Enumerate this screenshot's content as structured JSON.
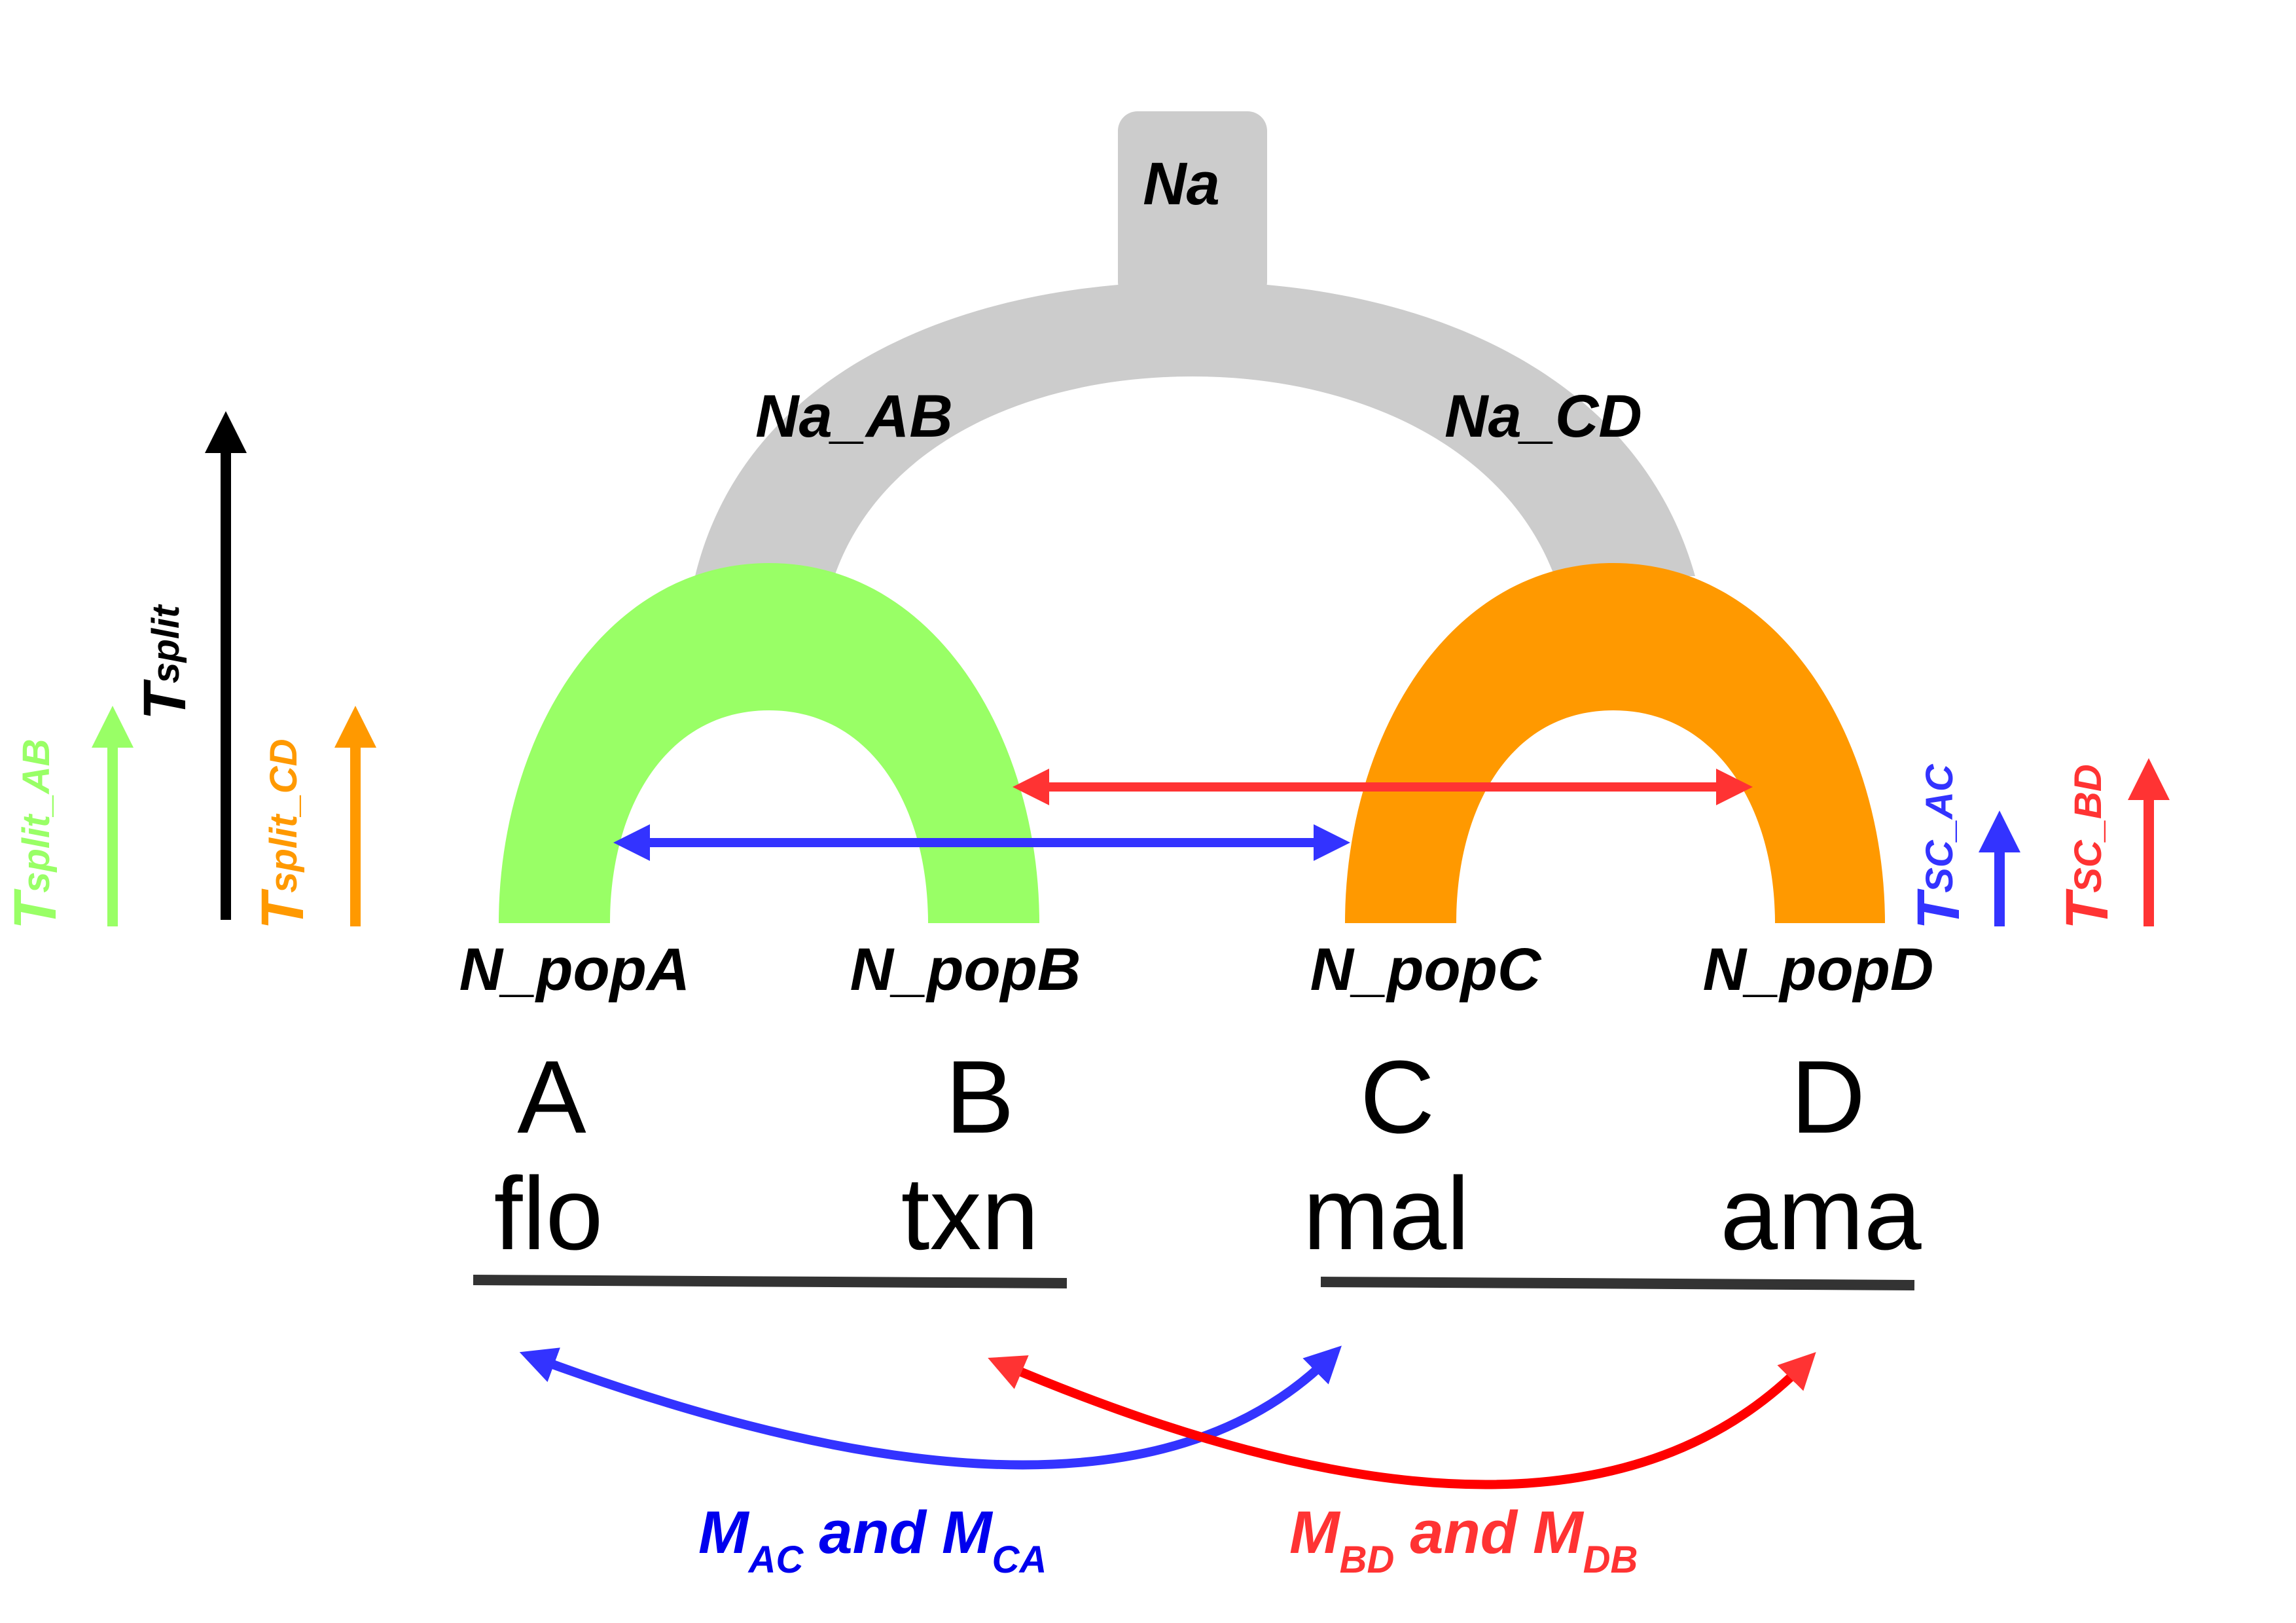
{
  "colors": {
    "ancestral": "#cccccc",
    "pair_ab": "#99ff66",
    "pair_cd": "#ff9900",
    "migration_ac": "#3333ff",
    "migration_bd": "#ff3333",
    "text": "#000000",
    "bar": "#333333"
  },
  "populations": {
    "ancestral": "Na",
    "ancestral_ab": "Na_AB",
    "ancestral_cd": "Na_CD",
    "pop_a": "N_popA",
    "pop_b": "N_popB",
    "pop_c": "N_popC",
    "pop_d": "N_popD"
  },
  "groups": [
    {
      "letter": "A",
      "code": "flo"
    },
    {
      "letter": "B",
      "code": "txn"
    },
    {
      "letter": "C",
      "code": "mal"
    },
    {
      "letter": "D",
      "code": "ama"
    }
  ],
  "time_arrows": {
    "split": {
      "main": "T",
      "sub": "split"
    },
    "split_ab": {
      "main": "T",
      "sub": "split_AB"
    },
    "split_cd": {
      "main": "T",
      "sub": "split_CD"
    },
    "sc_ac": {
      "main": "T",
      "sub": "SC_AC"
    },
    "sc_bd": {
      "main": "T",
      "sub": "SC_BD"
    }
  },
  "migration": {
    "ac": {
      "m1": "M",
      "s1": "AC",
      "and": "and",
      "m2": "M",
      "s2": "CA"
    },
    "bd": {
      "m1": "M",
      "s1": "BD",
      "and": "and",
      "m2": "M",
      "s2": "DB"
    }
  }
}
